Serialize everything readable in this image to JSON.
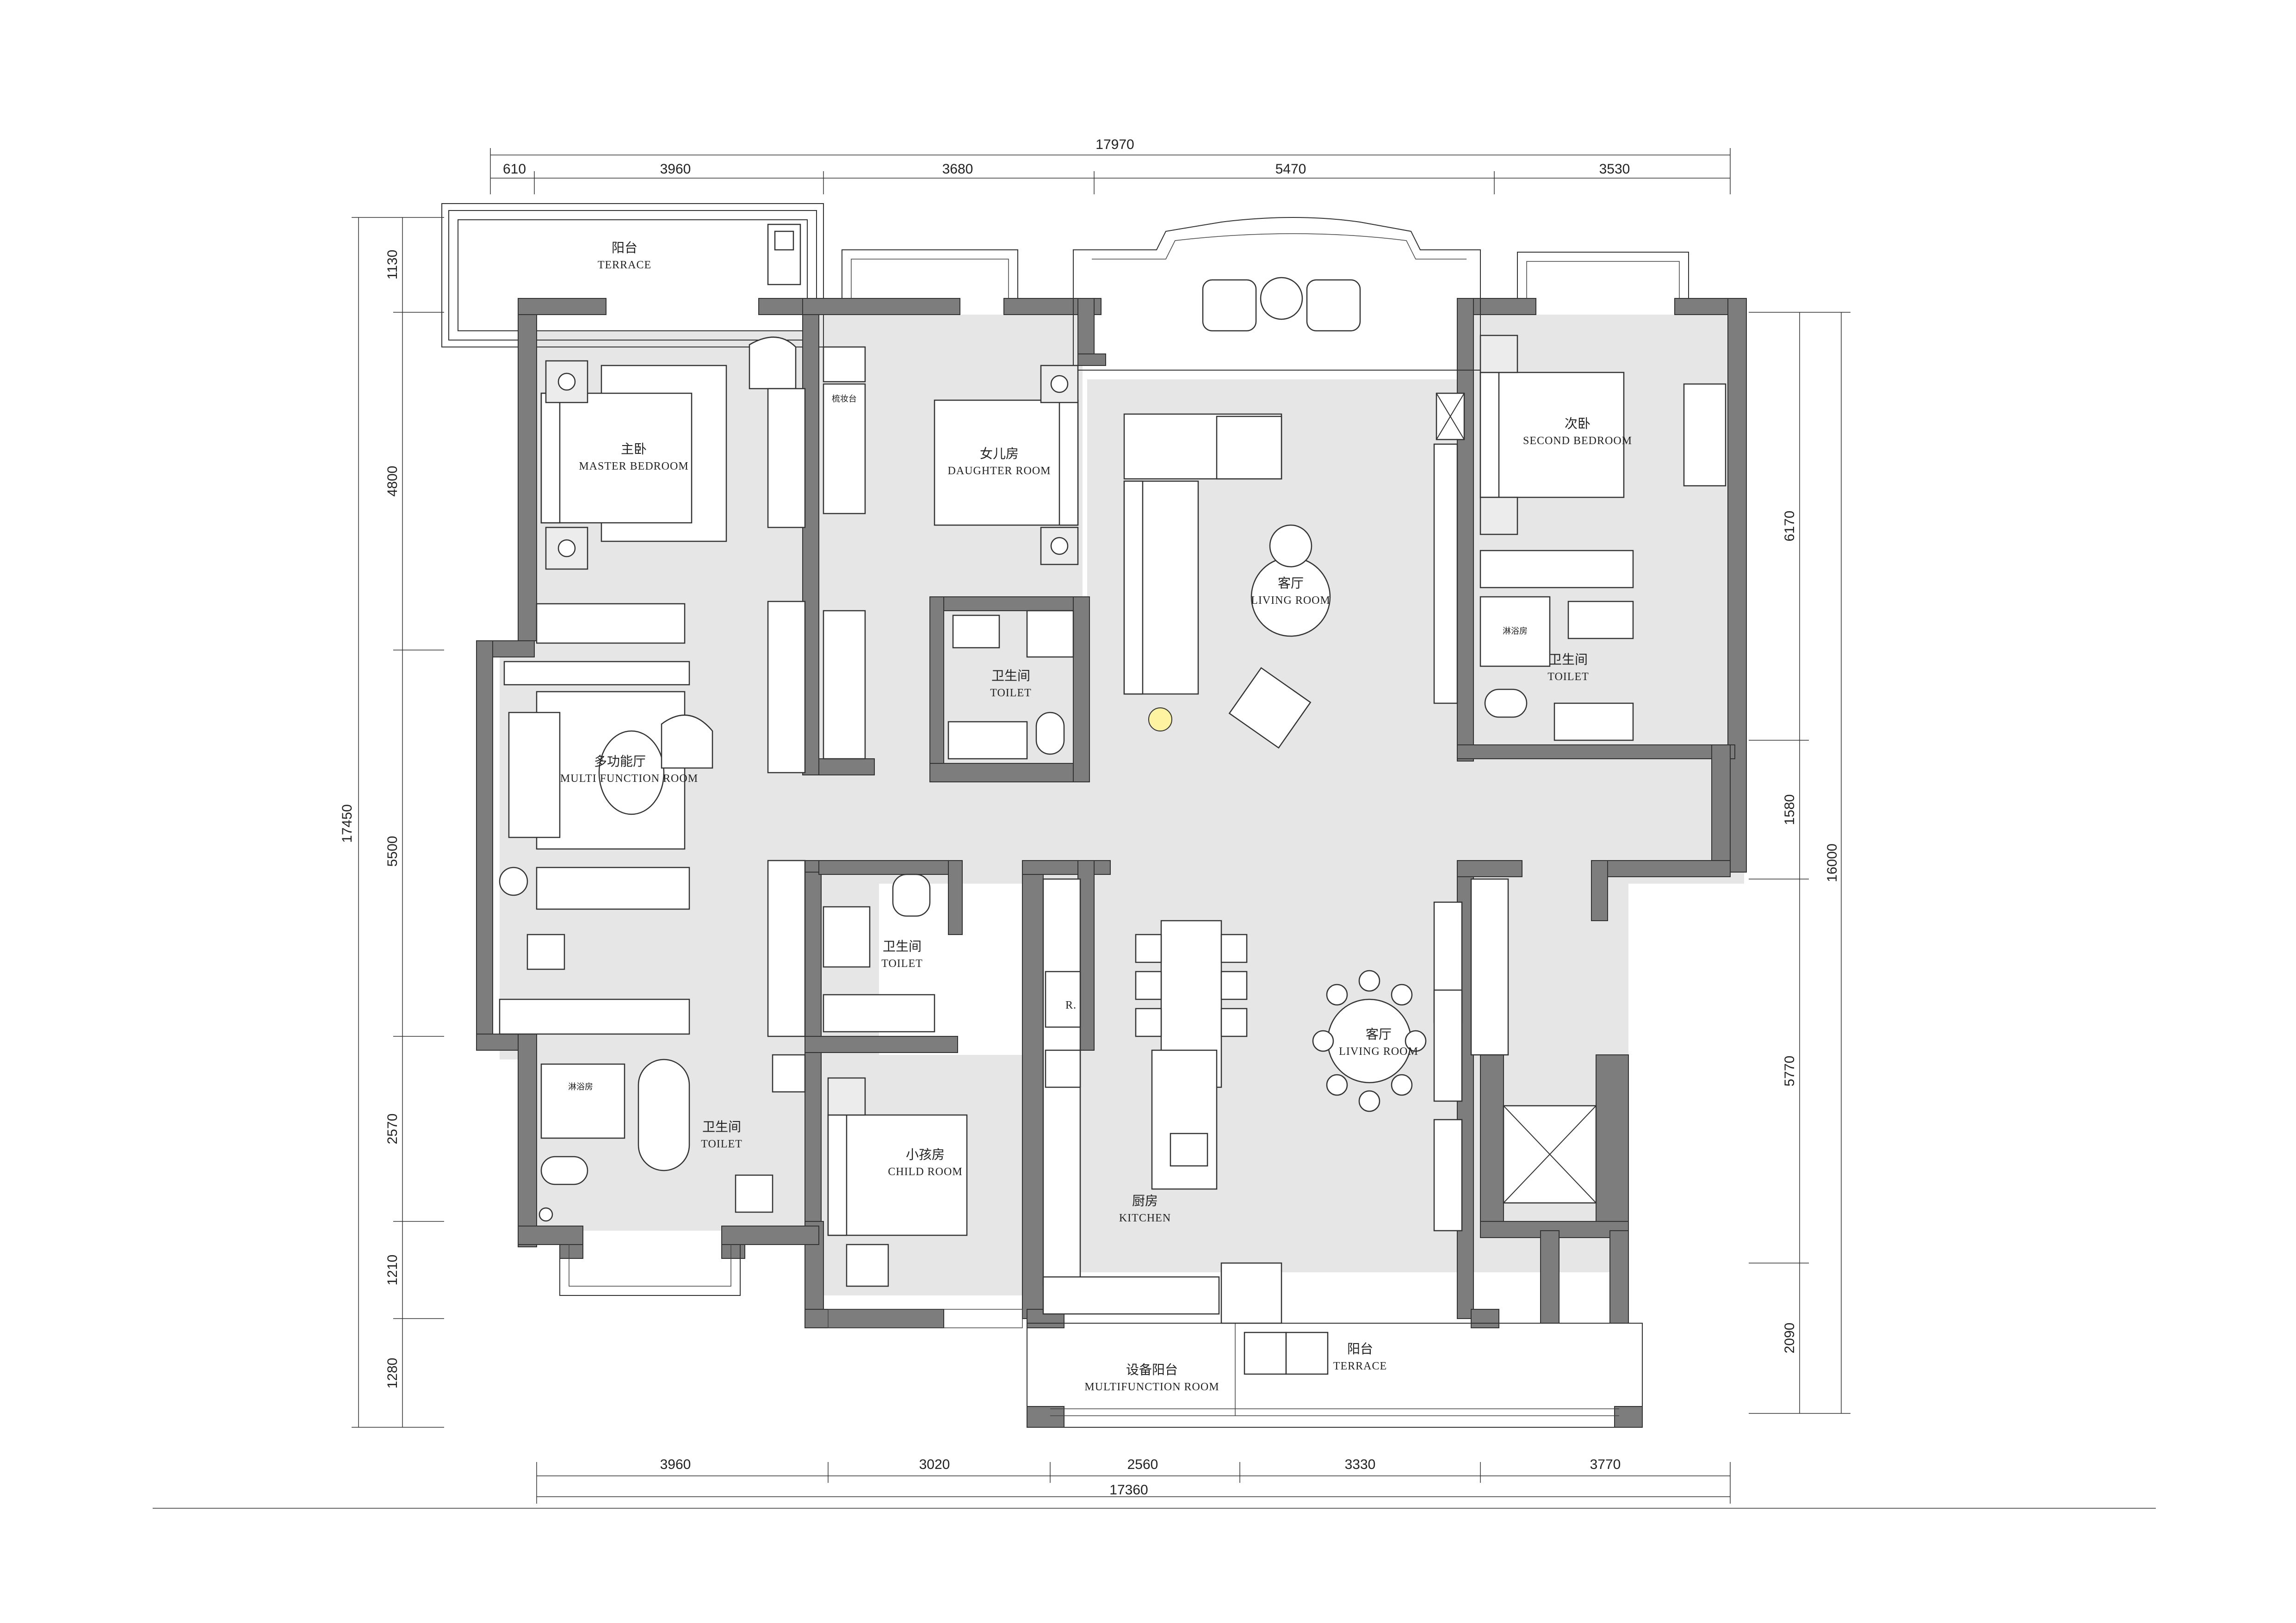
{
  "dimensions": {
    "top_total": "17970",
    "top_segments": [
      "610",
      "3960",
      "3680",
      "5470",
      "3530"
    ],
    "bottom_total": "17360",
    "bottom_segments": [
      "3960",
      "3020",
      "2560",
      "3330",
      "3770"
    ],
    "left_total": "17450",
    "left_segments": [
      "1130",
      "4800",
      "5500",
      "2570",
      "1210",
      "1280"
    ],
    "right_total": "16000",
    "right_segments": [
      "6170",
      "1580",
      "5770",
      "2090"
    ]
  },
  "rooms": {
    "terrace_top": {
      "cn": "阳台",
      "en": "TERRACE"
    },
    "master_bedroom": {
      "cn": "主卧",
      "en": "MASTER BEDROOM"
    },
    "dressing_table": {
      "cn": "梳妆台"
    },
    "daughter_room": {
      "cn": "女儿房",
      "en": "DAUGHTER ROOM"
    },
    "living_room_upper": {
      "cn": "客厅",
      "en": "LIVING ROOM"
    },
    "second_bedroom": {
      "cn": "次卧",
      "en": "SECOND BEDROOM"
    },
    "toilet_daughter": {
      "cn": "卫生间",
      "en": "TOILET"
    },
    "toilet_second": {
      "cn": "卫生间",
      "en": "TOILET"
    },
    "shower_second": {
      "cn": "淋浴房"
    },
    "multi_function_room": {
      "cn": "多功能厅",
      "en": "MULTI FUNCTION ROOM"
    },
    "toilet_middle": {
      "cn": "卫生间",
      "en": "TOILET"
    },
    "living_room_lower": {
      "cn": "客厅",
      "en": "LIVING ROOM"
    },
    "toilet_master": {
      "cn": "卫生间",
      "en": "TOILET"
    },
    "shower_master": {
      "cn": "淋浴房"
    },
    "child_room": {
      "cn": "小孩房",
      "en": "CHILD ROOM"
    },
    "kitchen": {
      "cn": "厨房",
      "en": "KITCHEN"
    },
    "fridge": {
      "cn": "R."
    },
    "equipment_balcony": {
      "cn": "设备阳台",
      "en": "MULTIFUNCTION ROOM"
    },
    "terrace_bottom": {
      "cn": "阳台",
      "en": "TERRACE"
    }
  }
}
